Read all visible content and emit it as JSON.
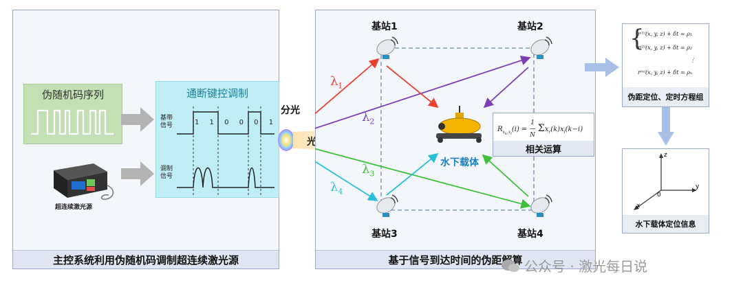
{
  "left_panel": {
    "caption": "主控系统利用伪随机码调制超连续激光源",
    "pn_title": "伪随机码序列",
    "laser_label": "超连续激光源",
    "modulation": {
      "title": "通断键控调制",
      "baseband_label": "基带\n信号",
      "modulated_label": "调制\n信号",
      "bits": "1 1 0 0 0 1"
    }
  },
  "optics": {
    "split_label": "分光",
    "transmit_label": "光信号传输"
  },
  "right_panel": {
    "caption": "基于信号到达时间的伪距解算",
    "stations": [
      "基站1",
      "基站2",
      "基站3",
      "基站4"
    ],
    "wavelengths": [
      "λ1",
      "λ2",
      "λ3",
      "λ4"
    ],
    "vehicle_label": "水下载体",
    "correlation": {
      "formula": "R_{x_k,x_l}(i) = 1/N Σ_{k=0}^{N-1} x_r(k) x_l(k−i)",
      "caption": "相关运算"
    }
  },
  "equations": {
    "lines": [
      "r⁽¹⁾(x, y, z) + δt = ρ₁",
      "r⁽²⁾(x, y, z) + δt = ρ₂",
      "⋮",
      "r⁽ⁿ⁾(x, y, z) + δt = ρₙ"
    ],
    "caption": "伪距定位、定时方程组"
  },
  "position": {
    "axes": {
      "z": "z",
      "y": "y",
      "x": "x",
      "origin": "0"
    },
    "caption": "水下载体定位信息"
  },
  "watermark": "公众号 · 激光每日说",
  "colors": {
    "lambda1": "#e8412e",
    "lambda2": "#7a3fb0",
    "lambda3": "#3fbf3a",
    "lambda4": "#2bbfd8",
    "arrow_gray": "#b3b3b3",
    "flow_blue": "#a9c0e6"
  }
}
